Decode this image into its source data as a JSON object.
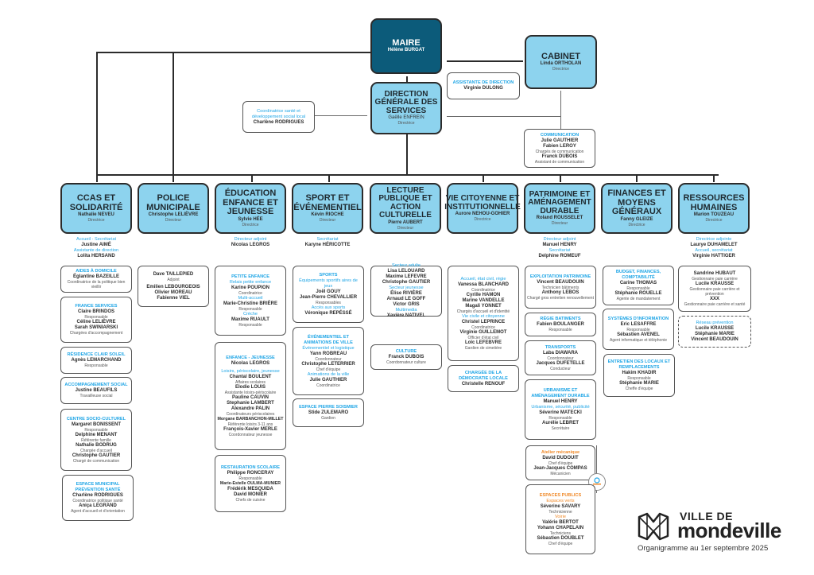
{
  "top": {
    "maire": {
      "title": "MAIRE",
      "name": "Hélène BURGAT"
    },
    "cabinet": {
      "title": "CABINET",
      "name": "Linda ORTHOLAN",
      "role": "Directrice"
    },
    "dgs": {
      "title": "DIRECTION GÉNÉRALE DES SERVICES",
      "name": "Gaëlle ENFREIN",
      "role": "Directrice"
    },
    "assistante": {
      "label": "ASSISTANTE DE DIRECTION",
      "name": "Virginie DULONG"
    },
    "coordinatrice": {
      "label": "Coordinatrice santé et développement social local",
      "name": "Charlène RODRIGUES"
    },
    "communication": {
      "label": "COMMUNICATION",
      "name1": "Julie GAUTHIER",
      "name2": "Fabien LEROY",
      "role1": "Chargés de communication",
      "name3": "Franck DUBOIS",
      "role3": "Assistant de communication"
    }
  },
  "directions": [
    {
      "title": "CCAS ET SOLIDARITÉ",
      "name": "Nathalie NEVEU",
      "role": "Directrice"
    },
    {
      "title": "POLICE MUNICIPALE",
      "name": "Christophe LELIÈVRE",
      "role": "Directeur"
    },
    {
      "title": "ÉDUCATION ENFANCE ET JEUNESSE",
      "name": "Sylvie HÉE",
      "role": "Directrice"
    },
    {
      "title": "SPORT ET ÉVÉNEMENTIEL",
      "name": "Kévin RIOCHE",
      "role": "Directeur"
    },
    {
      "title": "LECTURE PUBLIQUE ET ACTION CULTURELLE",
      "name": "Pierre AUBERT",
      "role": "Directeur"
    },
    {
      "title": "VIE CITOYENNE ET INSTITUTIONNELLE",
      "name": "Aurore NEHOU-GOHIER",
      "role": "Directrice"
    },
    {
      "title": "PATRIMOINE ET AMÉNAGEMENT DURABLE",
      "name": "Roland ROUSSELET",
      "role": "Directeur"
    },
    {
      "title": "FINANCES ET MOYENS GÉNÉRAUX",
      "name": "Fanny GLEIZE",
      "role": "Directrice"
    },
    {
      "title": "RESSOURCES HUMAINES",
      "name": "Marion TOUZEAU",
      "role": "Directrice"
    }
  ],
  "ccas": {
    "free": {
      "l1": "Accueil - Secrétariat",
      "n1": "Justine AIMÉ",
      "l2": "Assistante de direction",
      "n2": "Lolita HERSAND"
    },
    "aides": {
      "label": "AIDES À DOMICILE",
      "name": "Églantine BAZEILLE",
      "role": "Coordinatrice de la politique bien vieillir"
    },
    "france": {
      "label": "FRANCE SERVICES",
      "n1": "Claire BRINDOS",
      "r1": "Responsable",
      "n2": "Céline LELIÈVRE",
      "n3": "Sarah SWINIARSKI",
      "r2": "Chargées d'accompagnement"
    },
    "residence": {
      "label": "RÉSIDENCE CLAIR SOLEIL",
      "name": "Agnès LEMARCHAND",
      "role": "Responsable"
    },
    "accomp": {
      "label": "ACCOMPAGNEMENT SOCIAL",
      "name": "Justine BEAUFILS",
      "role": "Travailleuse social"
    },
    "centre": {
      "label": "CENTRE SOCIO-CULTUREL",
      "n1": "Margaret BONISSENT",
      "r1": "Responsable",
      "n2": "Delphine MENANT",
      "r2": "Référente famille",
      "n3": "Nathalie BODRUG",
      "r3": "Chargée d'accueil",
      "n4": "Christophe GAUTIER",
      "r4": "Chargé de communication"
    },
    "espace": {
      "label": "ESPACE MUNICIPAL PRÉVENTION SANTÉ",
      "n1": "Charlène RODRIGUES",
      "r1": "Coordinatrice politique santé",
      "n2": "Aniça LEGRAND",
      "r2": "Agent d'accueil et d'orientation"
    }
  },
  "police": {
    "n1": "Dave TAILLEPIED",
    "r1": "Adjoint",
    "n2": "Emilien LEBOURGEOIS",
    "n3": "Olivier MOREAU",
    "n4": "Fabienne VIEL"
  },
  "education": {
    "free": {
      "l1": "Directeur adjoint",
      "n1": "Nicolas LEGROS"
    },
    "petite": {
      "label": "PETITE ENFANCE",
      "s1": "Relais petite enfance",
      "n1": "Karine POUPION",
      "r1": "Coordinatrice",
      "s2": "Multi-accueil",
      "n2": "Marie-Christine BRIÈRE",
      "r2": "Responsable",
      "s3": "Crèche",
      "n3": "Maxime RUAULT",
      "r3": "Responsable"
    },
    "enfance": {
      "label": "ENFANCE - JEUNESSE",
      "n0": "Nicolas LEGROS",
      "s1": "Loisirs, périscolaire, jeunesse",
      "n1": "Chantal BOULENT",
      "r1": "Affaires scolaires",
      "n2": "Elodie LOUIS",
      "r2": "Assistante loisirs-périscolaire",
      "n3": "Pauline CAUVIN",
      "n4": "Stephanie LAMBERT",
      "n5": "Alexandre PALIN",
      "r3": "Coordinateurs périscolaires",
      "n6": "Morgane BARBANCHON-MILLET",
      "r6": "Référente loisirs 3-11 ans",
      "n7": "François-Xavier MERLE",
      "r7": "Coordonnateur jeunesse"
    },
    "resto": {
      "label": "RESTAURATION SCOLAIRE",
      "n1": "Philippe RONCERAY",
      "r1": "Responsable",
      "n2": "Marie-Estelle OULMA-MUNIER",
      "n3": "Frédérik MESQUIDA",
      "n4": "David MONIER",
      "r2": "Chefs de cuisine"
    }
  },
  "sport": {
    "free": {
      "l1": "Secrétariat",
      "n1": "Karyne HÉRICOTTE"
    },
    "sports": {
      "label": "SPORTS",
      "s1": "Équipements sportifs aires de jeux",
      "n1": "Joël GOUY",
      "n2": "Jean-Pierre CHEVALLIER",
      "r1": "Responsables",
      "s2": "Accès aux sports",
      "n3": "Véronique REPÉSSÉ"
    },
    "event": {
      "label": "ÉVÉNEMENTIEL ET ANIMATIONS DE VILLE",
      "s1": "Événementiel et logistique",
      "n1": "Yann ROBREAU",
      "r1": "Coordonnateur",
      "n2": "Christophe LETERRIER",
      "r2": "Chef d'équipe",
      "s2": "Animations de la ville",
      "n3": "Julie GAUTHIER",
      "r3": "Coordinatrice"
    },
    "espace": {
      "label": "ESPACE PIERRE SOISMIER",
      "n1": "Stide ZULEMARO",
      "r1": "Gardien"
    }
  },
  "lecture": {
    "main": {
      "s1": "Secteur adulte",
      "n1": "Lisa LELOUARD",
      "n2": "Maxime LEFEVRE",
      "n3": "Christophe GAUTIER",
      "s2": "Secteur jeunesse",
      "n4": "Élise RIVIÈRE",
      "n5": "Arnaud LE GOFF",
      "n6": "Victor GRIS",
      "s3": "Multimedia",
      "n7": "Xavière NATIVEL"
    },
    "culture": {
      "label": "CULTURE",
      "n1": "Franck DUBOIS",
      "r1": "Coordonnateur culture"
    }
  },
  "vie": {
    "main": {
      "s1": "Accueil, état civil, régie",
      "n1": "Vanessa BLANCHARD",
      "r1": "Coordinatrice",
      "n2": "Cyrille HAMON",
      "n3": "Marine VANDELLE",
      "n4": "Magali YONNET",
      "r2": "Chargés d'accueil et d'identité",
      "s2": "Vie civile et citoyenne",
      "n5": "Christel LEPRINCE",
      "r5": "Coordinatrice",
      "n6": "Virginie GUILLEMOT",
      "r6": "Officier d'état civil",
      "n7": "Loïc LEFEBVRE",
      "r7": "Gardien de cimetière"
    },
    "demo": {
      "label": "CHARGÉE DE LA DÉMOCRATIE LOCALE",
      "n1": "Christelle RENOUF"
    }
  },
  "patrimoine": {
    "free": {
      "l1": "Directeur adjoint",
      "n1": "Manuel HENRY",
      "l2": "Secrétariat",
      "n2": "Delphine ROMEUF"
    },
    "exploit": {
      "label": "EXPLOITATION PATRIMOINE",
      "n1": "Vincent BEAUDOUIN",
      "r1": "Technicien bâtiments",
      "n2": "Anthony LEBOS",
      "r2": "Chargé gros entretien renouvellement"
    },
    "regie": {
      "label": "RÉGIE BATIMENTS",
      "n1": "Fabien BOULANGER",
      "r1": "Responsable"
    },
    "transports": {
      "label": "TRANSPORTS",
      "n1": "Laba DIAWARA",
      "r1": "Coordonnateur",
      "n2": "Jacques DUFETELLE",
      "r2": "Conducteur"
    },
    "urbanisme": {
      "label": "URBANISME ET AMÉNAGEMENT DURABLE",
      "n0": "Manuel HENRY",
      "s1": "Urbanisme, sécurité, publicité",
      "n1": "Séverine MATECKI",
      "r1": "Responsable",
      "n2": "Aurélie LEBRET",
      "r2": "Secrétaire"
    },
    "atelier": {
      "label": "Atelier mécanique",
      "n1": "David DUDOUIT",
      "r1": "Chef d'équipe",
      "n2": "Jean-Jacques COMPAS",
      "r2": "Mécanicien"
    },
    "espaces": {
      "label": "ESPACES PUBLICS",
      "s1": "Espaces verts",
      "n1": "Séverine SAVARY",
      "r1": "Technicienne",
      "s2": "Voirie",
      "n2": "Valérie BERTOT",
      "n3": "Yohann CHAPELAIN",
      "r2": "Techniciens",
      "n4": "Sébastien DOUBLET",
      "r4": "Chef d'équipe"
    }
  },
  "finances": {
    "budget": {
      "label": "BUDGET, FINANCES, COMPTABILITÉ",
      "n1": "Carine THOMAS",
      "r1": "Responsable",
      "n2": "Stéphanie ROUELLE",
      "r2": "Agente de mandatement"
    },
    "si": {
      "label": "SYSTÈMES D'INFORMATION",
      "n1": "Eric LESAFFRE",
      "r1": "Responsable",
      "n2": "Sébastien AVENEL",
      "r2": "Agent informatique et téléphonie"
    },
    "entretien": {
      "label": "ENTRETIEN DES LOCAUX ET REMPLACEMENTS",
      "n1": "Hakim KHADIR",
      "r1": "Responsable",
      "n2": "Stéphanie MARIE",
      "r2": "Cheffe d'équipe"
    }
  },
  "rh": {
    "free": {
      "l1": "Directrice adjointe",
      "n1": "Laurye DUHAMELET",
      "l2": "Accueil, secrétariat",
      "n2": "Virginie HATTIGER"
    },
    "gest": {
      "n1": "Sandrine HUBAUT",
      "r1": "Gestionnaire paie carrière",
      "n2": "Lucile KRAUSSE",
      "r2": "Gestionnaire paie carrière et prévention",
      "n3": "XXX",
      "r3": "Gestionnaire paie carrière et santé"
    },
    "reseau": {
      "label": "Réseau prévention",
      "n1": "Lucile KRAUSSE",
      "n2": "Stéphanie MARIE",
      "n3": "Vincent BEAUDOUIN"
    }
  },
  "footer": {
    "ville_de": "VILLE DE",
    "mondeville": "mondeville",
    "date": "Organigramme au 1er septembre 2025"
  },
  "colors": {
    "dark": "#0c5b7a",
    "light": "#8dd3ee",
    "blue_label": "#1ea5e6",
    "orange_label": "#f08a2a"
  }
}
